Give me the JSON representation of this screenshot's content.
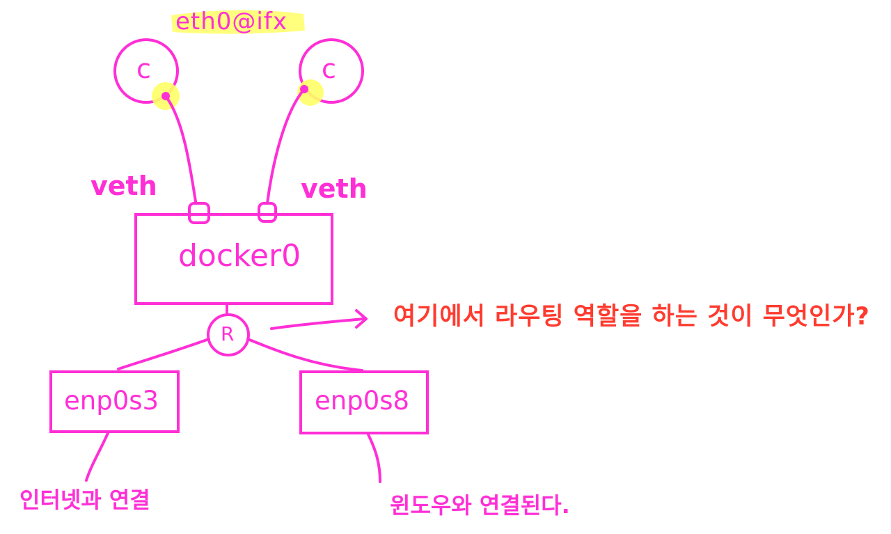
{
  "colors": {
    "stroke": "#ff2fd6",
    "highlight": "#ffff66",
    "annotation": "#ff3b2f",
    "background": "#ffffff"
  },
  "interface_label": "eth0@ifx",
  "containers": [
    {
      "label": "c"
    },
    {
      "label": "c"
    }
  ],
  "veth_labels": [
    "veth",
    "veth"
  ],
  "bridge": {
    "label": "docker0"
  },
  "router": {
    "label": "R"
  },
  "question": "여기에서 라우팅 역할을 하는 것이 무엇인가?",
  "nics": [
    {
      "label": "enp0s3",
      "note": "인터넷과 연결"
    },
    {
      "label": "enp0s8",
      "note": "윈도우와 연결된다."
    }
  ]
}
